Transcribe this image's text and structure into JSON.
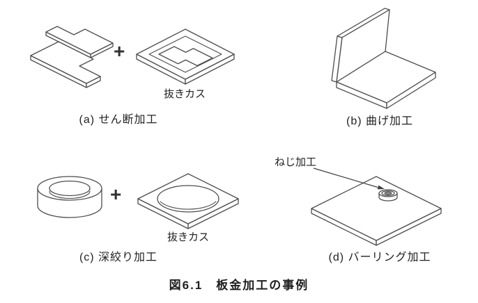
{
  "figure": {
    "title": "図6.1　板金加工の事例",
    "plus": "+",
    "panels": {
      "a": {
        "label": "(a) せん断加工",
        "scrap": "抜きカス"
      },
      "b": {
        "label": "(b) 曲げ加工"
      },
      "c": {
        "label": "(c) 深絞り加工",
        "scrap": "抜きカス"
      },
      "d": {
        "label": "(d) バーリング加工",
        "annotation": "ねじ加工"
      }
    },
    "colors": {
      "line": "#4d4d4d",
      "text": "#1f1f1f",
      "background": "#ffffff"
    }
  }
}
